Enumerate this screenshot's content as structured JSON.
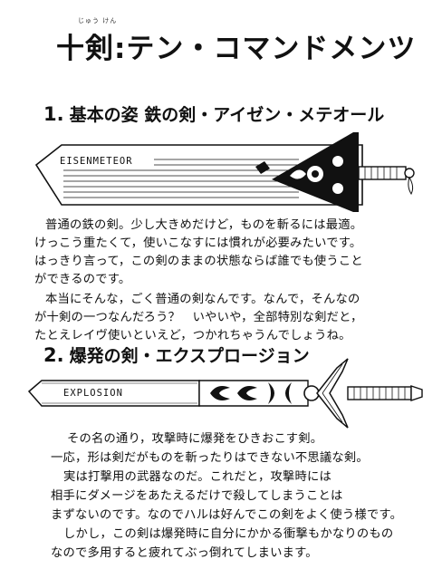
{
  "header": {
    "title": "十剣:テン・コマンドメンツ",
    "title_ruby": "じゅう けん"
  },
  "section1": {
    "number": "1.",
    "title": "基本の姿 鉄の剣・アイゼン・メテオール",
    "sword_label": "EISENMETEOR",
    "lines": [
      "普通の鉄の剣。少し大きめだけど，ものを斬るには最適。",
      "けっこう重たくて，使いこなすには慣れが必要みたいです。",
      "はっきり言って，この剣のままの状態ならば誰でも使うこと",
      "ができるのです。",
      "本当にそんな，ごく普通の剣なんです。なんで，そんなの",
      "が十剣の一つなんだろう？　いやいや，全部特別な剣だと，",
      "たとえレイヴ使いといえど，つかれちゃうんでしょうね。"
    ]
  },
  "section2": {
    "number": "2.",
    "title": "爆発の剣・エクスプロージョン",
    "sword_label": "EXPLOSION",
    "lines": [
      "その名の通り，攻撃時に爆発をひきおこす剣。",
      "一応，形は剣だがものを斬ったりはできない不思議な剣。",
      "実は打撃用の武器なのだ。これだと，攻撃時には",
      "相手にダメージをあたえるだけで殺してしまうことは",
      "まずないのです。なのでハルは好んでこの剣をよく使う様です。",
      "しかし，この剣は爆発時に自分にかかる衝撃もかなりのもの",
      "なので多用すると疲れてぶっ倒れてしまいます。"
    ]
  }
}
